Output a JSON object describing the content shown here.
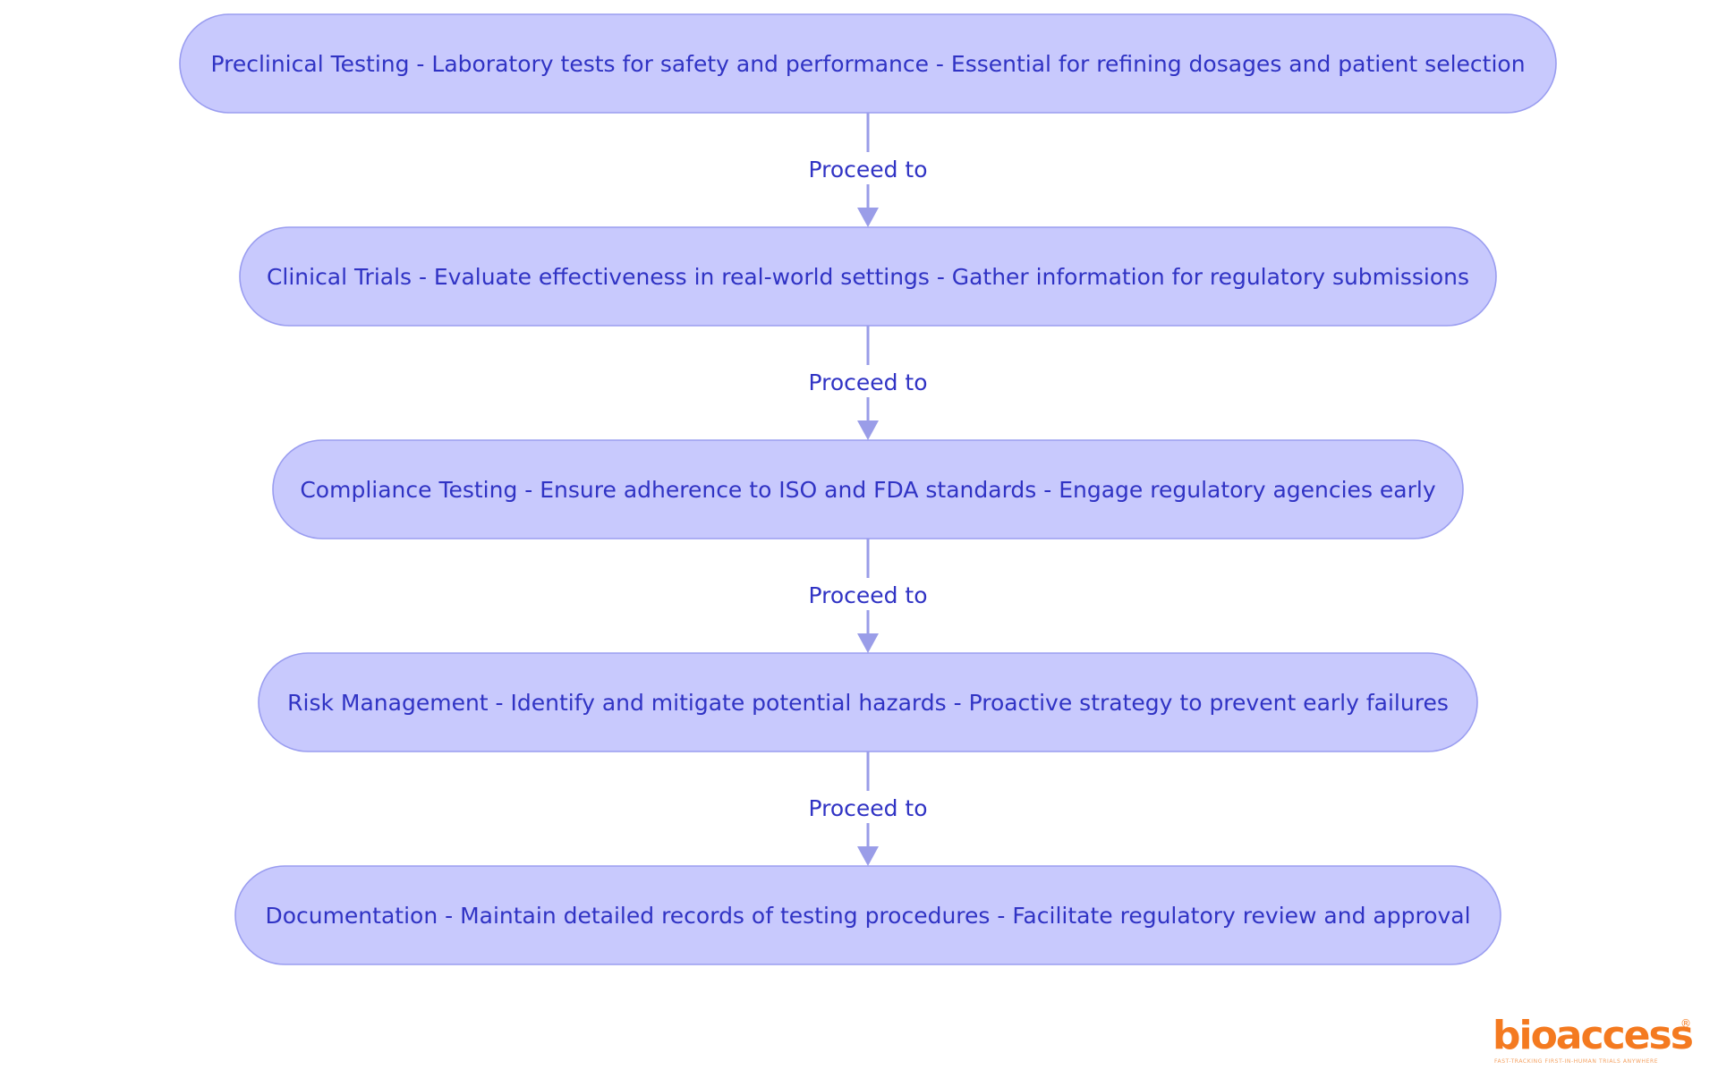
{
  "diagram": {
    "nodes": [
      {
        "id": "preclinical",
        "label": "Preclinical Testing - Laboratory tests for safety and performance - Essential for refining dosages and patient selection"
      },
      {
        "id": "clinical",
        "label": "Clinical Trials - Evaluate effectiveness in real-world settings - Gather information for regulatory submissions"
      },
      {
        "id": "compliance",
        "label": "Compliance Testing - Ensure adherence to ISO and FDA standards - Engage regulatory agencies early"
      },
      {
        "id": "risk",
        "label": "Risk Management - Identify and mitigate potential hazards - Proactive strategy to prevent early failures"
      },
      {
        "id": "documentation",
        "label": "Documentation - Maintain detailed records of testing procedures - Facilitate regulatory review and approval"
      }
    ],
    "edges": [
      {
        "from": "preclinical",
        "to": "clinical",
        "label": "Proceed to"
      },
      {
        "from": "clinical",
        "to": "compliance",
        "label": "Proceed to"
      },
      {
        "from": "compliance",
        "to": "risk",
        "label": "Proceed to"
      },
      {
        "from": "risk",
        "to": "documentation",
        "label": "Proceed to"
      }
    ],
    "colors": {
      "node_fill": "#c8c9fd",
      "node_stroke": "#9a9df0",
      "text": "#3033c4",
      "edge": "#9a9de8"
    }
  },
  "brand": {
    "name": "bioaccess",
    "registered_mark": "®",
    "tagline": "FAST-TRACKING FIRST-IN-HUMAN TRIALS ANYWHERE",
    "color": "#f47a20"
  }
}
